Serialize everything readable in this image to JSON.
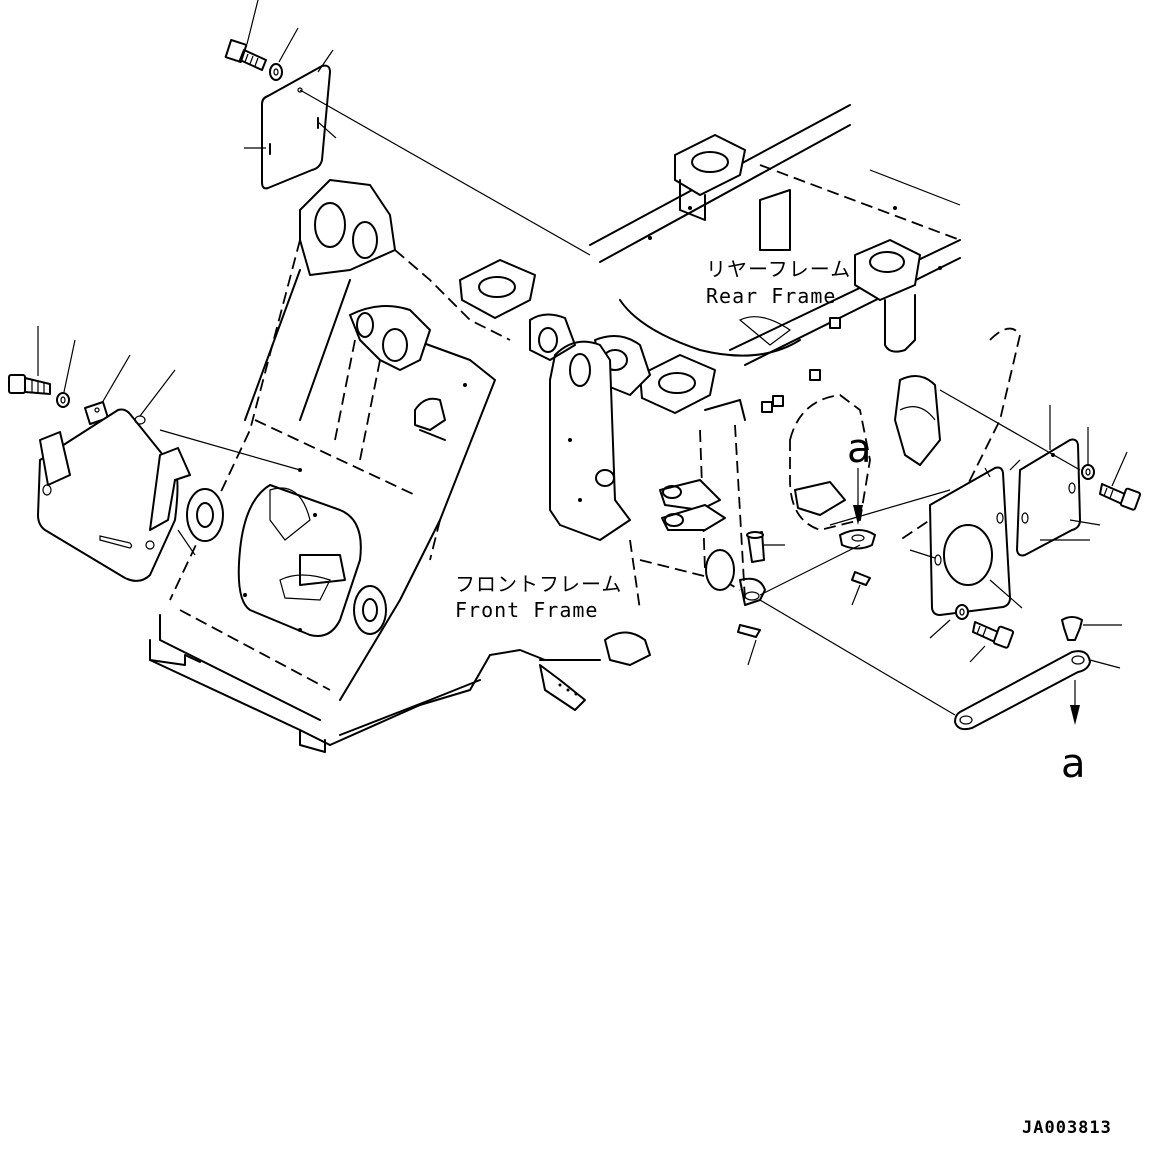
{
  "labels": {
    "rear_frame_jp": "リヤーフレーム",
    "rear_frame_en": "Rear Frame",
    "front_frame_jp": "フロントフレーム",
    "front_frame_en": "Front Frame",
    "view_ref_upper": "a",
    "view_ref_lower": "a",
    "drawing_code": "JA003813"
  }
}
